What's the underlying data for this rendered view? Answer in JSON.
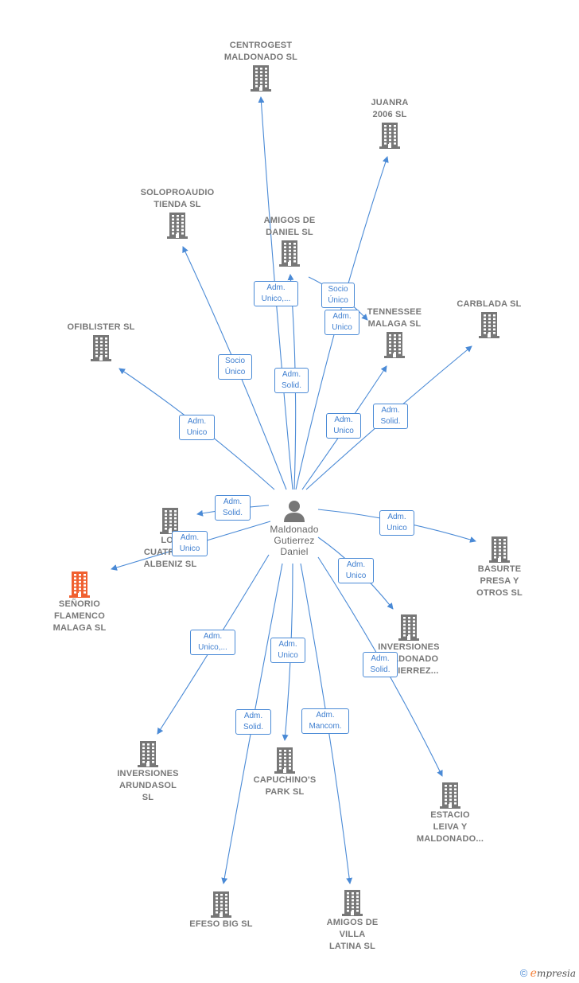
{
  "colors": {
    "edge": "#4a8ad6",
    "company_icon": "#777777",
    "main_icon": "#f06030",
    "person_icon": "#777777"
  },
  "person": {
    "name": "Maldonado\nGutierrez\nDaniel",
    "icon": "person-icon"
  },
  "companies": {
    "centrogest": "CENTROGEST\nMALDONADO SL",
    "juanra": "JUANRA\n2006  SL",
    "soloproaudio": "SOLOPROAUDIO\nTIENDA  SL",
    "amigos_daniel": "AMIGOS DE\nDANIEL SL",
    "tennessee": "TENNESSEE\nMALAGA SL",
    "carblada": "CARBLADA  SL",
    "ofiblister": "OFIBLISTER SL",
    "cuatro_albeniz": "LOS\nCUATRO DE\nALBENIZ  SL",
    "senorio": "SEÑORIO\nFLAMENCO\nMALAGA  SL",
    "basurte": "BASURTE\nPRESA Y\nOTROS  SL",
    "inversiones_maldonado": "INVERSIONES\nMALDONADO\nGUTIERREZ...",
    "arundasol": "INVERSIONES\nARUNDASOL\nSL",
    "capuchinos": "CAPUCHINO'S\nPARK SL",
    "estacio": "ESTACIO\nLEIVA Y\nMALDONADO...",
    "efeso": "EFESO BIG  SL",
    "amigos_villa": "AMIGOS DE\nVILLA\nLATINA SL"
  },
  "roles": {
    "centrogest": "Adm.\nUnico,...",
    "juanra_socio": "Socio\nÚnico",
    "juanra_adm": "Adm.\nUnico",
    "soloproaudio": "Socio\nÚnico",
    "amigos_daniel": "Adm.\nSolid.",
    "tennessee": "Adm.\nUnico",
    "carblada": "Adm.\nSolid.",
    "ofiblister": "Adm.\nUnico",
    "cuatro_albeniz": "Adm.\nSolid.",
    "senorio": "Adm.\nUnico",
    "basurte": "Adm.\nUnico",
    "inversiones_maldonado": "Adm.\nUnico",
    "estacio": "Adm.\nSolid.",
    "arundasol": "Adm.\nUnico,...",
    "capuchinos": "Adm.\nUnico",
    "efeso": "Adm.\nSolid.",
    "amigos_villa": "Adm.\nMancom."
  },
  "footer": {
    "copyright": "©",
    "brand_initial": "e",
    "brand_rest": "mpresia"
  }
}
